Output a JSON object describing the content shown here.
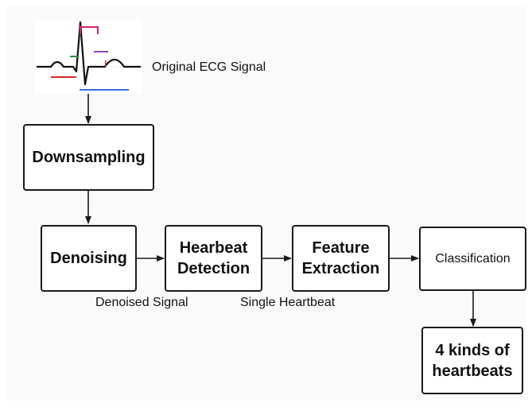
{
  "signal_label": "Original ECG Signal",
  "boxes": {
    "downsampling": "Downsampling",
    "denoising": "Denoising",
    "heartbeat_detection_line1": "Hearbeat",
    "heartbeat_detection_line2": "Detection",
    "feature_extraction_line1": "Feature",
    "feature_extraction_line2": "Extraction",
    "classification": "Classification",
    "output_line1": "4 kinds of",
    "output_line2": "heartbeats"
  },
  "edge_labels": {
    "denoised": "Denoised Signal",
    "single": "Single Heartbeat"
  },
  "colors": {
    "stroke": "#1a1a1a",
    "pr_segment": "#2e8b3e",
    "qrs_complex": "#d4246f",
    "st_segment": "#8e44ad",
    "pr_interval": "#d62728",
    "qt_interval": "#3a6fd8"
  }
}
